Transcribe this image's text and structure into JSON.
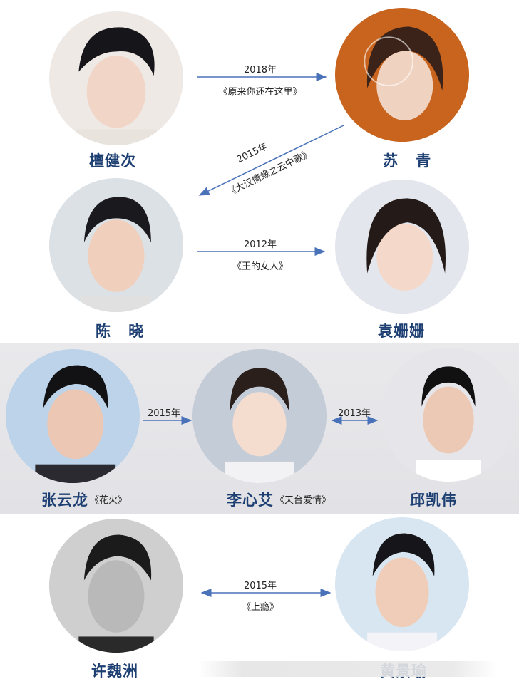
{
  "people": [
    {
      "id": "tan-jianci",
      "name": "檀健次"
    },
    {
      "id": "su-qing",
      "name": "苏 青"
    },
    {
      "id": "chen-xiao",
      "name": "陈 晓"
    },
    {
      "id": "yuan-shanshan",
      "name": "袁姗姗"
    },
    {
      "id": "zhang-yunlong",
      "name": "张云龙",
      "work": "《花火》"
    },
    {
      "id": "li-xinai",
      "name": "李心艾",
      "work": "《天台爱情》"
    },
    {
      "id": "qiu-kaiwei",
      "name": "邱凯伟"
    },
    {
      "id": "xu-weizhou",
      "name": "许魏洲"
    },
    {
      "id": "huang-jingyu",
      "name": "黄景瑜"
    }
  ],
  "links": [
    {
      "from": "檀健次",
      "to": "苏 青",
      "year": "2018年",
      "work": "《原来你还在这里》"
    },
    {
      "from": "苏 青",
      "to": "陈 晓",
      "year": "2015年",
      "work": "《大汉情缘之云中歌》"
    },
    {
      "from": "陈 晓",
      "to": "袁姗姗",
      "year": "2012年",
      "work": "《王的女人》"
    },
    {
      "from": "张云龙",
      "to": "李心艾",
      "year": "2015年"
    },
    {
      "from": "李心艾",
      "to": "邱凯伟",
      "year": "2013年",
      "bidirectional": true
    },
    {
      "from": "许魏洲",
      "to": "黄景瑜",
      "year": "2015年",
      "work": "《上瘾》",
      "bidirectional": true
    }
  ],
  "colors": {
    "arrow": "#4a72b8",
    "name": "#1d3f72",
    "band": "#e6e6ea"
  }
}
